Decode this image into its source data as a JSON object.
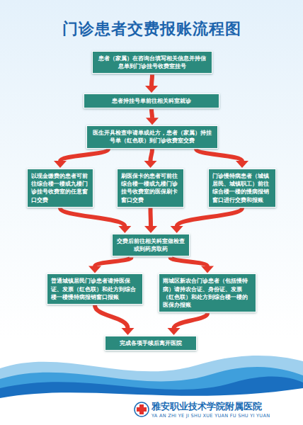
{
  "diagram": {
    "title": "门诊患者交费报账流程图",
    "nodes": [
      {
        "text": [
          "患者（家属）在咨询台填写相关信息并持信息单到门诊挂号收费室挂号"
        ]
      },
      {
        "text": [
          "患者持挂号单前往相关科室就诊"
        ]
      },
      {
        "text": [
          "医生开具检查申请单或处方，患者（家属）持挂号单（红色联）到门诊收费室交费"
        ]
      },
      {
        "text": [
          "以现金缴费的患者可前往综合楼一楼或九楼门诊挂号收费室的任意窗口交费"
        ]
      },
      {
        "text": [
          "刷医保卡的患者可前往综合楼一楼或九楼门诊挂号收费室的医保刷卡窗口交费"
        ]
      },
      {
        "text": [
          "门诊慢特病患者（城镇居民、城镇职工）前往综合楼一楼的慢病报销窗口进行交费和报账"
        ]
      },
      {
        "text": [
          "交费后前往相关科室做检查或到药房取药"
        ]
      },
      {
        "text": [
          "普通城镇居民门诊患者请持医保证、发票（红色联）和处方到综合楼一楼慢特病报销窗口报账"
        ]
      },
      {
        "text": [
          "雨城区新农合门诊患者（包括慢特病）请持农合证、身份证、发票（红色联）和处方到综合楼一楼的医保办报账"
        ]
      },
      {
        "text": [
          "完成各项手续后离开医院"
        ]
      }
    ],
    "edges": [
      {
        "from": 0,
        "to": 1,
        "arrow": "to"
      },
      {
        "from": 1,
        "to": 2,
        "arrow": "to"
      },
      {
        "from": 2,
        "to": 3,
        "arrow": "to"
      },
      {
        "from": 2,
        "to": 4,
        "arrow": "to"
      },
      {
        "from": 2,
        "to": 5,
        "arrow": "to"
      },
      {
        "from": 3,
        "to": 6,
        "arrow": "to"
      },
      {
        "from": 4,
        "to": 6,
        "arrow": "to"
      },
      {
        "from": 5,
        "to": 6,
        "arrow": "to"
      },
      {
        "from": 6,
        "to": 7,
        "arrow": "to"
      },
      {
        "from": 6,
        "to": 8,
        "arrow": "to"
      },
      {
        "from": 7,
        "to": 9,
        "arrow": "to"
      },
      {
        "from": 8,
        "to": 9,
        "arrow": "to"
      }
    ],
    "labels": [
      "雅安职业技术学院附属医院",
      "YA AN ZHI YE JI SHU XUE YUAN FU SHU YI YUAN"
    ]
  }
}
